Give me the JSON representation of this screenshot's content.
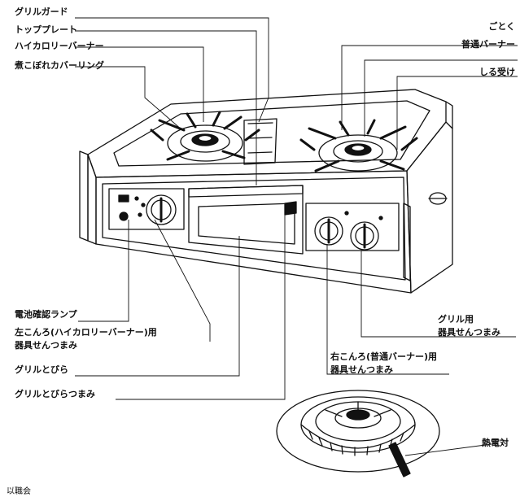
{
  "labels": {
    "grill_guard": "グリルガード",
    "top_plate": "トッププレート",
    "high_calorie_burner": "ハイカロリーバーナー",
    "spill_cover_ring": "煮こぼれカバーリング",
    "trivet": "ごとく",
    "normal_burner": "普通バーナー",
    "drip_tray": "しる受け",
    "battery_lamp": "電池確認ランプ",
    "left_knob_line1": "左こんろ(ハイカロリーバーナー)用",
    "left_knob_line2": "器具せんつまみ",
    "grill_door": "グリルとびら",
    "grill_door_knob": "グリルとびらつまみ",
    "grill_knob_line1": "グリル用",
    "grill_knob_line2": "器具せんつまみ",
    "right_knob_line1": "右こんろ(普通バーナー)用",
    "right_knob_line2": "器具せんつまみ",
    "thermocouple": "熱電対",
    "footer_fragment": "以職会"
  },
  "colors": {
    "ink": "#111111",
    "paper": "#ffffff"
  }
}
